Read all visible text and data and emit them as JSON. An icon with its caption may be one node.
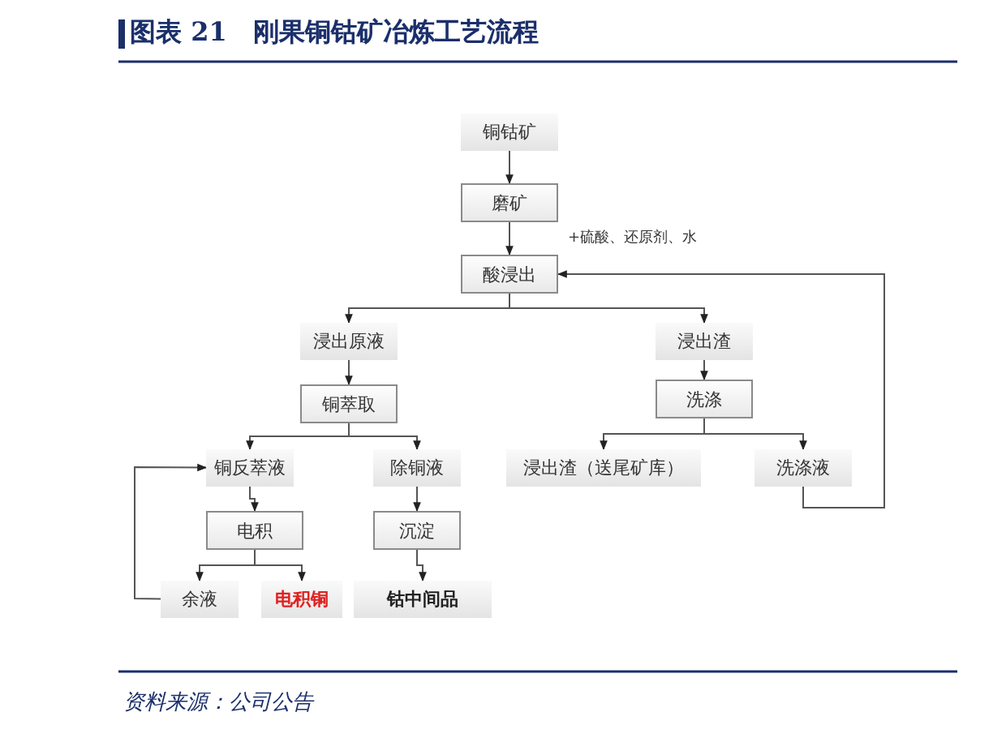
{
  "diagram": {
    "title": "图表 21　刚果铜钴矿冶炼工艺流程",
    "caption": "资料来源：公司公告",
    "nodes": [
      {
        "text": [
          "铜钴矿"
        ]
      },
      {
        "text": [
          "磨矿"
        ]
      },
      {
        "text": [
          "酸浸出"
        ]
      },
      {
        "text": [
          "浸出原液"
        ]
      },
      {
        "text": [
          "铜萃取"
        ]
      },
      {
        "text": [
          "铜反萃液"
        ]
      },
      {
        "text": [
          "除铜液"
        ]
      },
      {
        "text": [
          "浸出渣"
        ]
      },
      {
        "text": [
          "洗涤"
        ]
      },
      {
        "text": [
          "电积"
        ]
      },
      {
        "text": [
          "沉淀"
        ]
      },
      {
        "text": [
          "浸出渣（送尾矿库）"
        ]
      },
      {
        "text": [
          "洗涤液"
        ]
      },
      {
        "text": [
          "余液"
        ]
      },
      {
        "text": [
          "电积铜"
        ]
      },
      {
        "text": [
          "钴中间品"
        ]
      }
    ],
    "edges": [
      {
        "from": 0,
        "to": 1,
        "arrow": "to"
      },
      {
        "from": 1,
        "to": 2,
        "arrow": "to"
      },
      {
        "from": 2,
        "to": 3,
        "arrow": "to"
      },
      {
        "from": 2,
        "to": 7,
        "arrow": "to"
      },
      {
        "from": 3,
        "to": 4,
        "arrow": "to"
      },
      {
        "from": 4,
        "to": 5,
        "arrow": "to"
      },
      {
        "from": 4,
        "to": 6,
        "arrow": "to"
      },
      {
        "from": 7,
        "to": 8,
        "arrow": "to"
      },
      {
        "from": 8,
        "to": 11,
        "arrow": "to"
      },
      {
        "from": 8,
        "to": 12,
        "arrow": "to"
      },
      {
        "from": 12,
        "to": 2,
        "arrow": "to"
      },
      {
        "from": 5,
        "to": 9,
        "arrow": "to"
      },
      {
        "from": 9,
        "to": 13,
        "arrow": "to"
      },
      {
        "from": 9,
        "to": 14,
        "arrow": "to"
      },
      {
        "from": 13,
        "to": 5,
        "arrow": "to"
      },
      {
        "from": 6,
        "to": 10,
        "arrow": "to"
      },
      {
        "from": 10,
        "to": 15,
        "arrow": "to"
      }
    ],
    "labels": [
      "+硫酸、还原剂、水"
    ]
  }
}
